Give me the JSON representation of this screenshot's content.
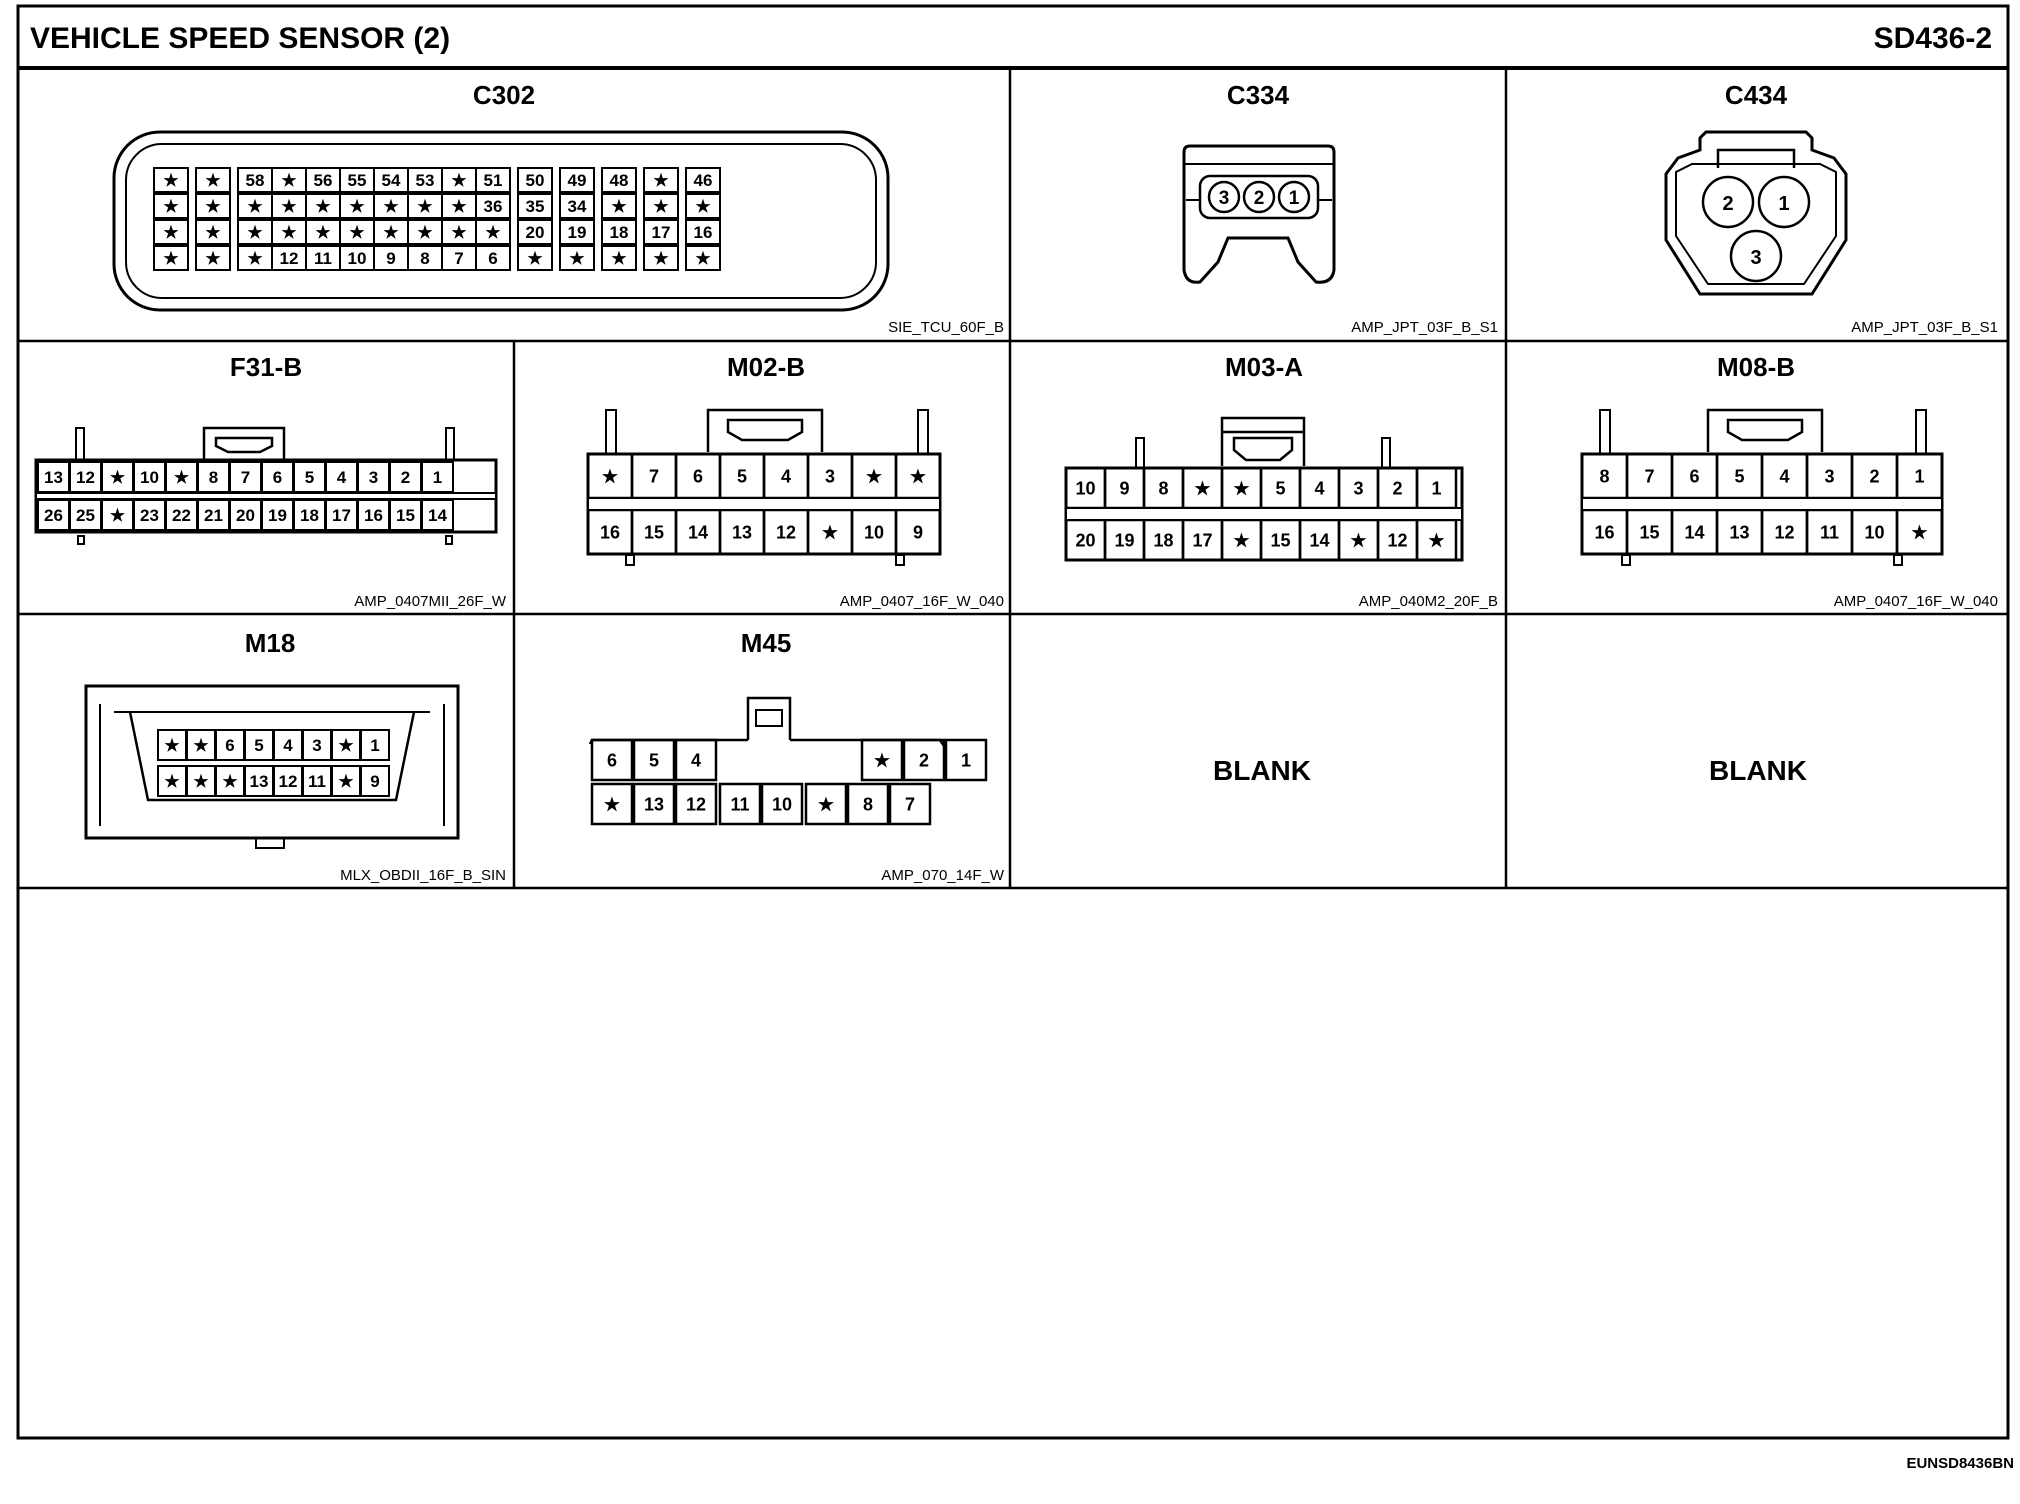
{
  "header": {
    "title": "VEHICLE SPEED SENSOR (2)",
    "code": "SD436-2"
  },
  "footer_code": "EUNSD8436BN",
  "connectors": {
    "c302": {
      "name": "C302",
      "part": "SIE_TCU_60F_B",
      "rows": [
        [
          "★",
          "★",
          "58",
          "★",
          "56",
          "55",
          "54",
          "53",
          "★",
          "51",
          "50",
          "49",
          "48",
          "★",
          "46"
        ],
        [
          "★",
          "★",
          "★",
          "★",
          "★",
          "★",
          "★",
          "★",
          "★",
          "36",
          "35",
          "34",
          "★",
          "★",
          "★"
        ],
        [
          "★",
          "★",
          "★",
          "★",
          "★",
          "★",
          "★",
          "★",
          "★",
          "★",
          "20",
          "19",
          "18",
          "17",
          "16"
        ],
        [
          "★",
          "★",
          "★",
          "12",
          "11",
          "10",
          "9",
          "8",
          "7",
          "6",
          "★",
          "★",
          "★",
          "★",
          "★"
        ]
      ]
    },
    "c334": {
      "name": "C334",
      "part": "AMP_JPT_03F_B_S1",
      "pins": [
        "3",
        "2",
        "1"
      ]
    },
    "c434": {
      "name": "C434",
      "part": "AMP_JPT_03F_B_S1",
      "pins": [
        "2",
        "1",
        "3"
      ]
    },
    "f31b": {
      "name": "F31-B",
      "part": "AMP_0407MII_26F_W",
      "rows": [
        [
          "13",
          "12",
          "★",
          "10",
          "★",
          "8",
          "7",
          "6",
          "5",
          "4",
          "3",
          "2",
          "1"
        ],
        [
          "26",
          "25",
          "★",
          "23",
          "22",
          "21",
          "20",
          "19",
          "18",
          "17",
          "16",
          "15",
          "14"
        ]
      ]
    },
    "m02b": {
      "name": "M02-B",
      "part": "AMP_0407_16F_W_040",
      "rows": [
        [
          "★",
          "7",
          "6",
          "5",
          "4",
          "3",
          "★",
          "★"
        ],
        [
          "16",
          "15",
          "14",
          "13",
          "12",
          "★",
          "10",
          "9"
        ]
      ]
    },
    "m03a": {
      "name": "M03-A",
      "part": "AMP_040M2_20F_B",
      "rows": [
        [
          "10",
          "9",
          "8",
          "★",
          "★",
          "5",
          "4",
          "3",
          "2",
          "1"
        ],
        [
          "20",
          "19",
          "18",
          "17",
          "★",
          "15",
          "14",
          "★",
          "12",
          "★"
        ]
      ]
    },
    "m08b": {
      "name": "M08-B",
      "part": "AMP_0407_16F_W_040",
      "rows": [
        [
          "8",
          "7",
          "6",
          "5",
          "4",
          "3",
          "2",
          "1"
        ],
        [
          "16",
          "15",
          "14",
          "13",
          "12",
          "11",
          "10",
          "★"
        ]
      ]
    },
    "m18": {
      "name": "M18",
      "part": "MLX_OBDII_16F_B_SIN",
      "rows": [
        [
          "★",
          "★",
          "6",
          "5",
          "4",
          "3",
          "★",
          "1"
        ],
        [
          "★",
          "★",
          "★",
          "13",
          "12",
          "11",
          "★",
          "9"
        ]
      ]
    },
    "m45": {
      "name": "M45",
      "part": "AMP_070_14F_W",
      "rows": [
        [
          "6",
          "5",
          "4",
          "★",
          "2",
          "1"
        ],
        [
          "★",
          "13",
          "12",
          "11",
          "10",
          "★",
          "8",
          "7"
        ]
      ]
    }
  },
  "blank_label": "BLANK"
}
